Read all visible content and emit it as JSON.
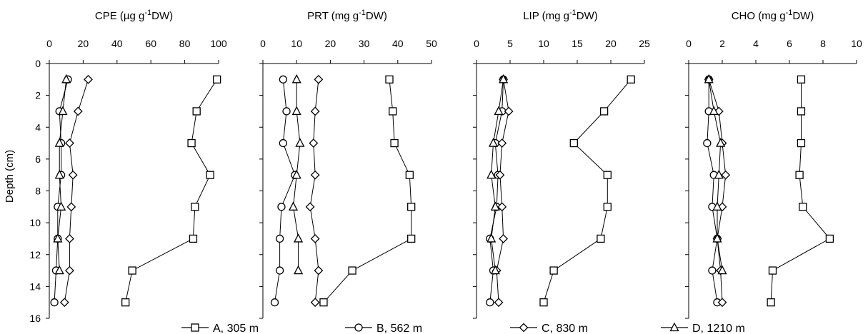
{
  "figure": {
    "y_axis_label": "Depth (cm)"
  },
  "chart_data": [
    {
      "type": "line",
      "title": "CPE (µg g-1DW)",
      "title_parts": [
        "CPE (µg g",
        "-1",
        "DW)"
      ],
      "xlim": [
        0,
        100
      ],
      "xticks": [
        "0",
        "20",
        "40",
        "60",
        "80",
        "100"
      ],
      "ylim": [
        0,
        16
      ],
      "yticks": [
        "0",
        "2",
        "4",
        "6",
        "8",
        "10",
        "12",
        "14",
        "16"
      ],
      "ylabel": "Depth (cm)",
      "grid": false,
      "series": [
        {
          "name": "A, 305 m",
          "marker": "square",
          "points": [
            [
              99,
              1
            ],
            [
              87,
              3
            ],
            [
              84,
              5
            ],
            [
              95,
              7
            ],
            [
              86,
              9
            ],
            [
              85,
              11
            ],
            [
              49,
              13
            ],
            [
              45,
              15
            ]
          ]
        },
        {
          "name": "B, 562 m",
          "marker": "circle",
          "points": [
            [
              11,
              1
            ],
            [
              6,
              3
            ],
            [
              7,
              5
            ],
            [
              7,
              7
            ],
            [
              5,
              9
            ],
            [
              5,
              11
            ],
            [
              4,
              13
            ],
            [
              3,
              15
            ]
          ]
        },
        {
          "name": "C, 830 m",
          "marker": "diamond",
          "points": [
            [
              23,
              1
            ],
            [
              17,
              3
            ],
            [
              12,
              5
            ],
            [
              14,
              7
            ],
            [
              13,
              9
            ],
            [
              12,
              11
            ],
            [
              12,
              13
            ],
            [
              9,
              15
            ]
          ]
        },
        {
          "name": "D, 1210 m",
          "marker": "triangle",
          "points": [
            [
              10,
              1
            ],
            [
              8,
              3
            ],
            [
              6,
              5
            ],
            [
              6,
              7
            ],
            [
              7,
              9
            ],
            [
              5,
              11
            ],
            [
              6,
              13
            ]
          ]
        }
      ]
    },
    {
      "type": "line",
      "title": "PRT (mg g-1DW)",
      "title_parts": [
        "PRT (mg g",
        "-1",
        "DW)"
      ],
      "xlim": [
        0,
        50
      ],
      "xticks": [
        "0",
        "10",
        "20",
        "30",
        "40",
        "50"
      ],
      "ylim": [
        0,
        16
      ],
      "grid": false,
      "series": [
        {
          "name": "A, 305 m",
          "marker": "square",
          "points": [
            [
              37.5,
              1
            ],
            [
              38.5,
              3
            ],
            [
              39,
              5
            ],
            [
              43.5,
              7
            ],
            [
              44,
              9
            ],
            [
              44,
              11
            ],
            [
              26.5,
              13
            ],
            [
              18,
              15
            ]
          ]
        },
        {
          "name": "B, 562 m",
          "marker": "circle",
          "points": [
            [
              6,
              1
            ],
            [
              7,
              3
            ],
            [
              6,
              5
            ],
            [
              9.5,
              7
            ],
            [
              5.5,
              9
            ],
            [
              5,
              11
            ],
            [
              5,
              13
            ],
            [
              3.5,
              15
            ]
          ]
        },
        {
          "name": "C, 830 m",
          "marker": "diamond",
          "points": [
            [
              16.5,
              1
            ],
            [
              15.5,
              3
            ],
            [
              15,
              5
            ],
            [
              15.5,
              7
            ],
            [
              14,
              9
            ],
            [
              15.5,
              11
            ],
            [
              16.5,
              13
            ],
            [
              15.5,
              15
            ]
          ]
        },
        {
          "name": "D, 1210 m",
          "marker": "triangle",
          "points": [
            [
              10,
              1
            ],
            [
              10,
              3
            ],
            [
              11,
              5
            ],
            [
              10,
              7
            ],
            [
              9,
              9
            ],
            [
              10.5,
              11
            ],
            [
              10.5,
              13
            ]
          ]
        }
      ]
    },
    {
      "type": "line",
      "title": "LIP (mg g-1DW)",
      "title_parts": [
        "LIP (mg g",
        "-1",
        "DW)"
      ],
      "xlim": [
        0,
        25
      ],
      "xticks": [
        "0",
        "5",
        "10",
        "15",
        "20",
        "25"
      ],
      "ylim": [
        0,
        16
      ],
      "grid": false,
      "series": [
        {
          "name": "A, 305 m",
          "marker": "square",
          "points": [
            [
              23,
              1
            ],
            [
              19,
              3
            ],
            [
              14.5,
              5
            ],
            [
              19.5,
              7
            ],
            [
              19.5,
              9
            ],
            [
              18.5,
              11
            ],
            [
              11.5,
              13
            ],
            [
              10,
              15
            ]
          ]
        },
        {
          "name": "B, 562 m",
          "marker": "circle",
          "points": [
            [
              4,
              1
            ],
            [
              3.8,
              3
            ],
            [
              2.8,
              5
            ],
            [
              3.2,
              7
            ],
            [
              3,
              9
            ],
            [
              2,
              11
            ],
            [
              2.5,
              13
            ],
            [
              2,
              15
            ]
          ]
        },
        {
          "name": "C, 830 m",
          "marker": "diamond",
          "points": [
            [
              4,
              1
            ],
            [
              4.8,
              3
            ],
            [
              3.8,
              5
            ],
            [
              3.5,
              7
            ],
            [
              3.8,
              9
            ],
            [
              4,
              11
            ],
            [
              3,
              13
            ],
            [
              3.3,
              15
            ]
          ]
        },
        {
          "name": "D, 1210 m",
          "marker": "triangle",
          "points": [
            [
              4,
              1
            ],
            [
              3.3,
              3
            ],
            [
              2.5,
              5
            ],
            [
              2.2,
              7
            ],
            [
              2.8,
              9
            ],
            [
              2.2,
              11
            ],
            [
              2.8,
              13
            ]
          ]
        }
      ]
    },
    {
      "type": "line",
      "title": "CHO (mg g-1DW)",
      "title_parts": [
        "CHO (mg g",
        "-1",
        "DW)"
      ],
      "xlim": [
        0,
        10
      ],
      "xticks": [
        "0",
        "2",
        "4",
        "6",
        "8",
        "10"
      ],
      "ylim": [
        0,
        16
      ],
      "grid": false,
      "series": [
        {
          "name": "A, 305 m",
          "marker": "square",
          "points": [
            [
              6.7,
              1
            ],
            [
              6.7,
              3
            ],
            [
              6.7,
              5
            ],
            [
              6.6,
              7
            ],
            [
              6.8,
              9
            ],
            [
              8.4,
              11
            ],
            [
              5,
              13
            ],
            [
              4.9,
              15
            ]
          ]
        },
        {
          "name": "B, 562 m",
          "marker": "circle",
          "points": [
            [
              1.2,
              1
            ],
            [
              1.2,
              3
            ],
            [
              1.1,
              5
            ],
            [
              1.5,
              7
            ],
            [
              1.4,
              9
            ],
            [
              1.7,
              11
            ],
            [
              1.4,
              13
            ],
            [
              1.7,
              15
            ]
          ]
        },
        {
          "name": "C, 830 m",
          "marker": "diamond",
          "points": [
            [
              1.2,
              1
            ],
            [
              1.8,
              3
            ],
            [
              2,
              5
            ],
            [
              2.2,
              7
            ],
            [
              2,
              9
            ],
            [
              1.7,
              11
            ],
            [
              1.9,
              13
            ],
            [
              2,
              15
            ]
          ]
        },
        {
          "name": "D, 1210 m",
          "marker": "triangle",
          "points": [
            [
              1.2,
              1
            ],
            [
              1.5,
              3
            ],
            [
              1.9,
              5
            ],
            [
              1.8,
              7
            ],
            [
              1.7,
              9
            ],
            [
              1.7,
              11
            ],
            [
              2,
              13
            ]
          ]
        }
      ]
    }
  ],
  "legend": {
    "placement": "bottom",
    "items": [
      {
        "label": "A, 305 m",
        "marker": "square"
      },
      {
        "label": "B, 562 m",
        "marker": "circle"
      },
      {
        "label": "C, 830 m",
        "marker": "diamond"
      },
      {
        "label": "D, 1210 m",
        "marker": "triangle"
      }
    ]
  }
}
